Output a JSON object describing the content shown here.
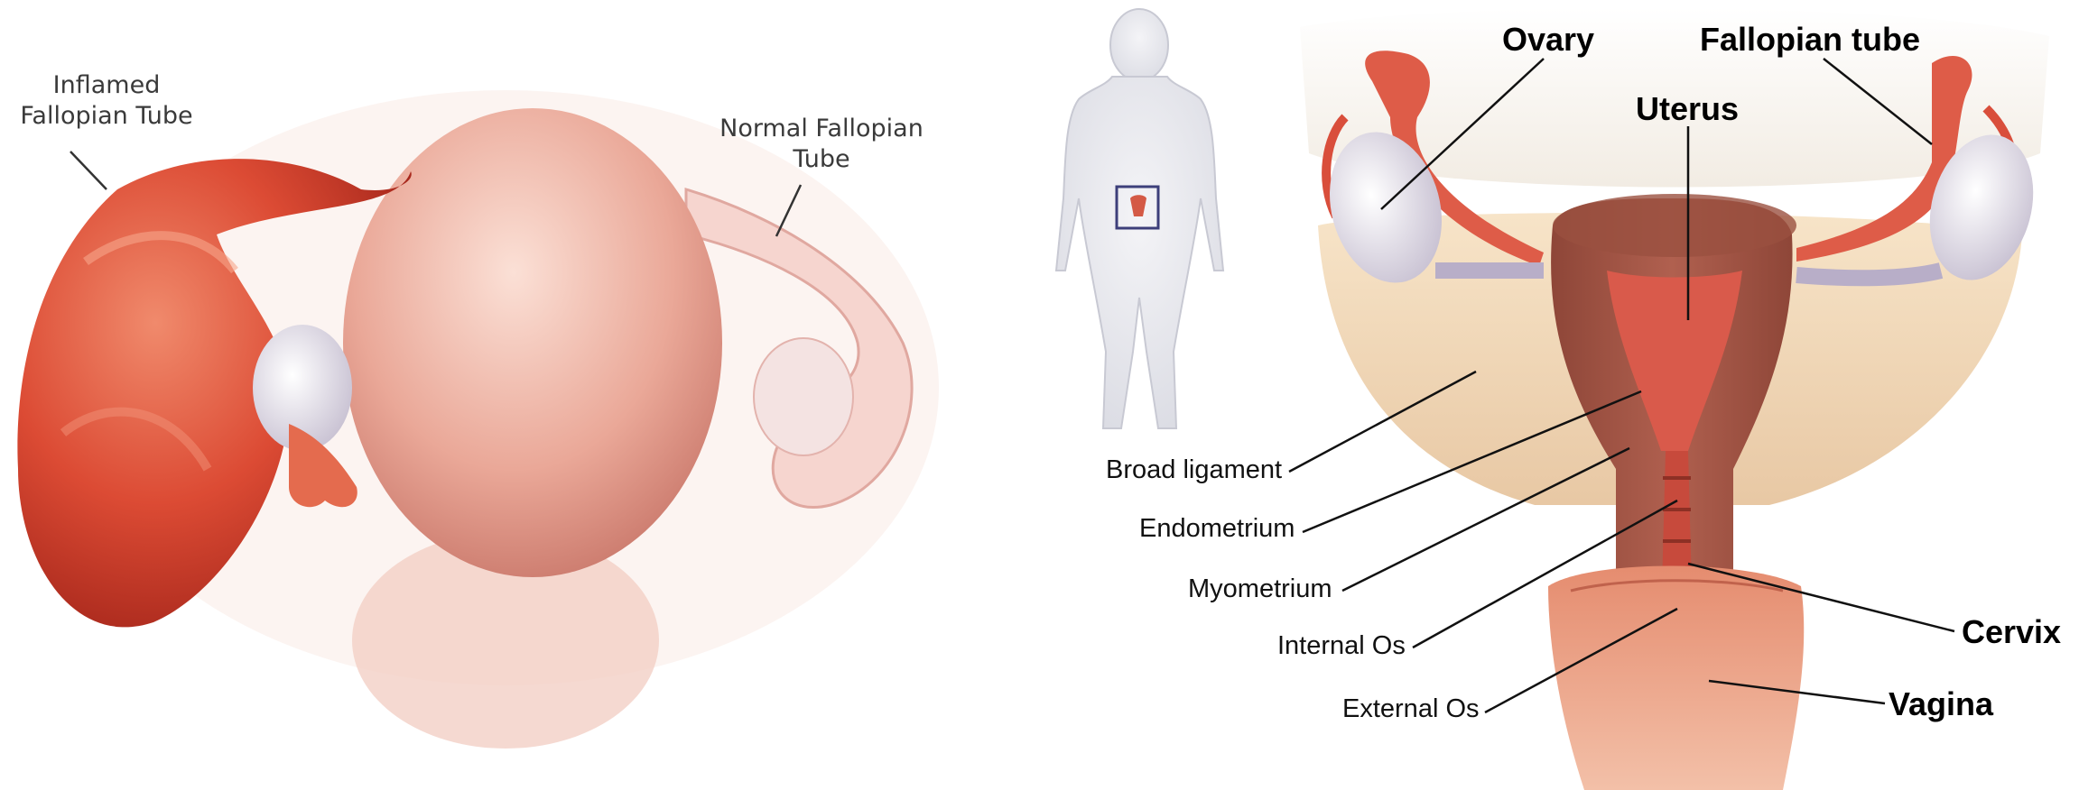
{
  "left_panel": {
    "inflamed_label": "Inflamed\nFallopian Tube",
    "normal_label": "Normal Fallopian\nTube"
  },
  "right_panel": {
    "ovary": "Ovary",
    "fallopian_tube": "Fallopian tube",
    "uterus": "Uterus",
    "broad_ligament": "Broad ligament",
    "endometrium": "Endometrium",
    "myometrium": "Myometrium",
    "internal_os": "Internal Os",
    "cervix": "Cervix",
    "external_os": "External Os",
    "vagina": "Vagina"
  },
  "colors": {
    "inflamed": "#d8442f",
    "uterus_left": "#e9a08f",
    "uterus_muscle": "#a55345",
    "ligament": "#f0d6b4",
    "leader": "#111111"
  }
}
